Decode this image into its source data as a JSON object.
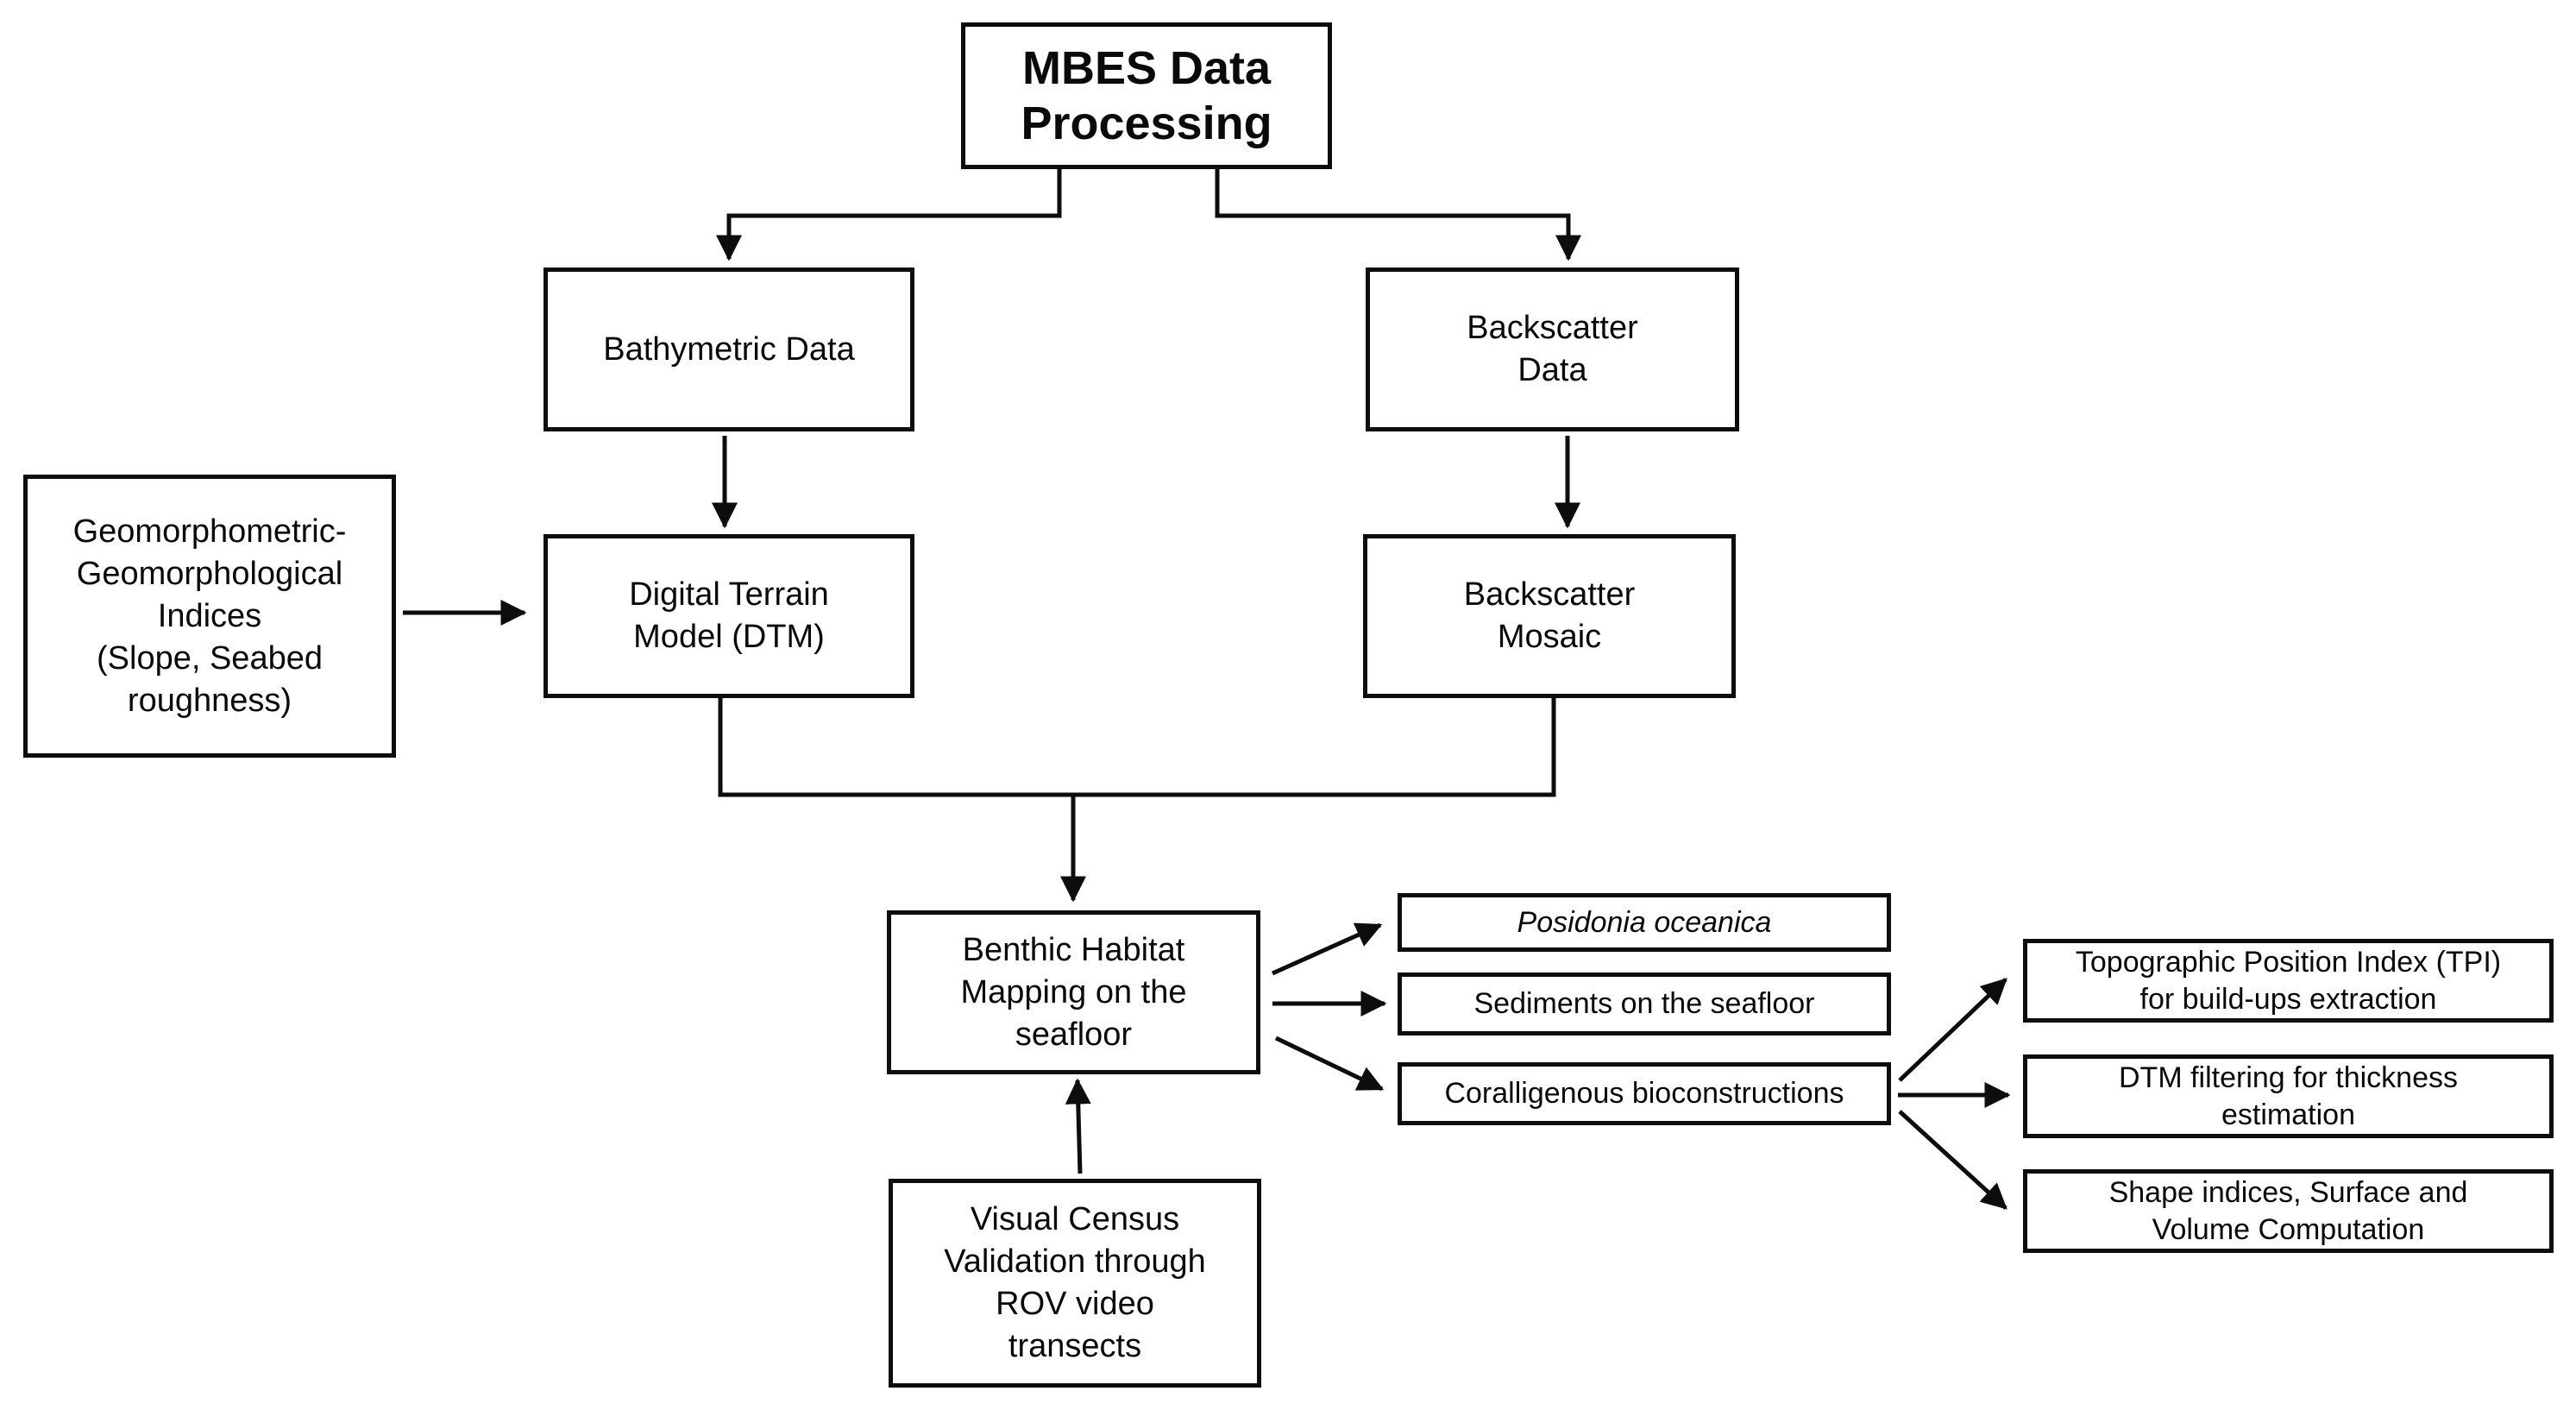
{
  "diagram": {
    "title": "MBES Data\nProcessing",
    "nodes": {
      "bathymetric": "Bathymetric Data",
      "backscatter_data": "Backscatter\nData",
      "geomorphometric": "Geomorphometric-\nGeomorphological\nIndices\n(Slope, Seabed\nroughness)",
      "dtm": "Digital Terrain\nModel (DTM)",
      "backscatter_mosaic": "Backscatter\nMosaic",
      "benthic": "Benthic Habitat\nMapping on the\nseafloor",
      "visual_census": "Visual Census\nValidation through\nROV video\ntransects",
      "posidonia": "Posidonia oceanica",
      "sediments": "Sediments on the seafloor",
      "coralligenous": "Coralligenous bioconstructions",
      "tpi": "Topographic Position Index (TPI)\nfor build-ups extraction",
      "dtm_filtering": "DTM filtering for thickness\nestimation",
      "shape_indices": "Shape indices, Surface and\nVolume Computation"
    },
    "edges": [
      {
        "from": "MBES Data Processing",
        "to": "Bathymetric Data"
      },
      {
        "from": "MBES Data Processing",
        "to": "Backscatter Data"
      },
      {
        "from": "Bathymetric Data",
        "to": "Digital Terrain Model (DTM)"
      },
      {
        "from": "Backscatter Data",
        "to": "Backscatter Mosaic"
      },
      {
        "from": "Geomorphometric-Geomorphological Indices",
        "to": "Digital Terrain Model (DTM)"
      },
      {
        "from": "Digital Terrain Model (DTM) + Backscatter Mosaic",
        "to": "Benthic Habitat Mapping on the seafloor"
      },
      {
        "from": "Visual Census Validation through ROV video transects",
        "to": "Benthic Habitat Mapping on the seafloor"
      },
      {
        "from": "Benthic Habitat Mapping on the seafloor",
        "to": "Posidonia oceanica"
      },
      {
        "from": "Benthic Habitat Mapping on the seafloor",
        "to": "Sediments on the seafloor"
      },
      {
        "from": "Benthic Habitat Mapping on the seafloor",
        "to": "Coralligenous bioconstructions"
      },
      {
        "from": "Coralligenous bioconstructions",
        "to": "Topographic Position Index (TPI) for build-ups extraction"
      },
      {
        "from": "Coralligenous bioconstructions",
        "to": "DTM filtering for thickness estimation"
      },
      {
        "from": "Coralligenous bioconstructions",
        "to": "Shape indices, Surface and Volume Computation"
      }
    ],
    "colors": {
      "stroke": "#0d0d0d",
      "background": "#ffffff"
    }
  }
}
